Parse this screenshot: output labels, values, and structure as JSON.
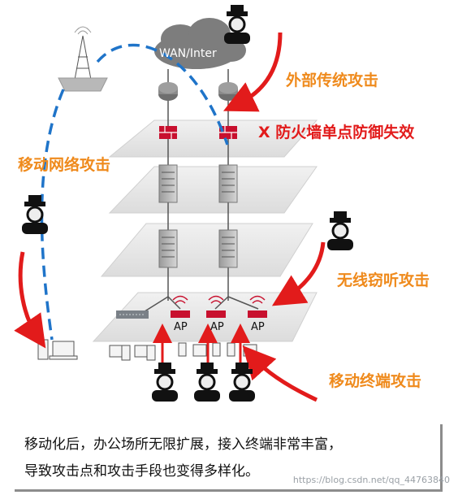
{
  "cloud": {
    "label": "WAN/Inter"
  },
  "labels": {
    "external": "外部传统攻击",
    "firewall": "X 防火墙单点防御失效",
    "mobile_network": "移动网络攻击",
    "wireless": "无线窃听攻击",
    "terminal": "移动终端攻击"
  },
  "ap_labels": [
    "AP",
    "AP",
    "AP"
  ],
  "caption": {
    "line1": "移动化后，办公场所无限扩展，接入终端非常丰富，",
    "line2": "导致攻击点和攻击手段也变得多样化。"
  },
  "watermark": "https://blog.csdn.net/qq_44763840",
  "colors": {
    "orange": "#ef8a1c",
    "red": "#e21b1b",
    "blue_dash": "#1f74c9"
  }
}
